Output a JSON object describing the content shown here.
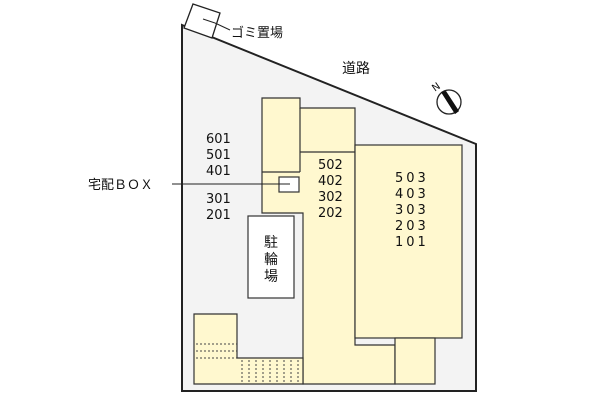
{
  "diagram": {
    "type": "site-plan",
    "labels": {
      "garbage": "ゴミ置場",
      "road": "道路",
      "delivery_box": "宅配ＢＯＸ",
      "bicycle_parking": [
        "駐",
        "輪",
        "場"
      ],
      "north": "N"
    },
    "rooms": {
      "left_upper": [
        "601",
        "501",
        "401"
      ],
      "left_lower": [
        "301",
        "201"
      ],
      "middle": [
        "502",
        "402",
        "302",
        "202"
      ],
      "right": [
        "503",
        "403",
        "303",
        "203",
        "101"
      ]
    },
    "colors": {
      "site": "#f3f3f3",
      "building": "#fff8cf",
      "outline": "#222222",
      "background": "#ffffff"
    }
  }
}
